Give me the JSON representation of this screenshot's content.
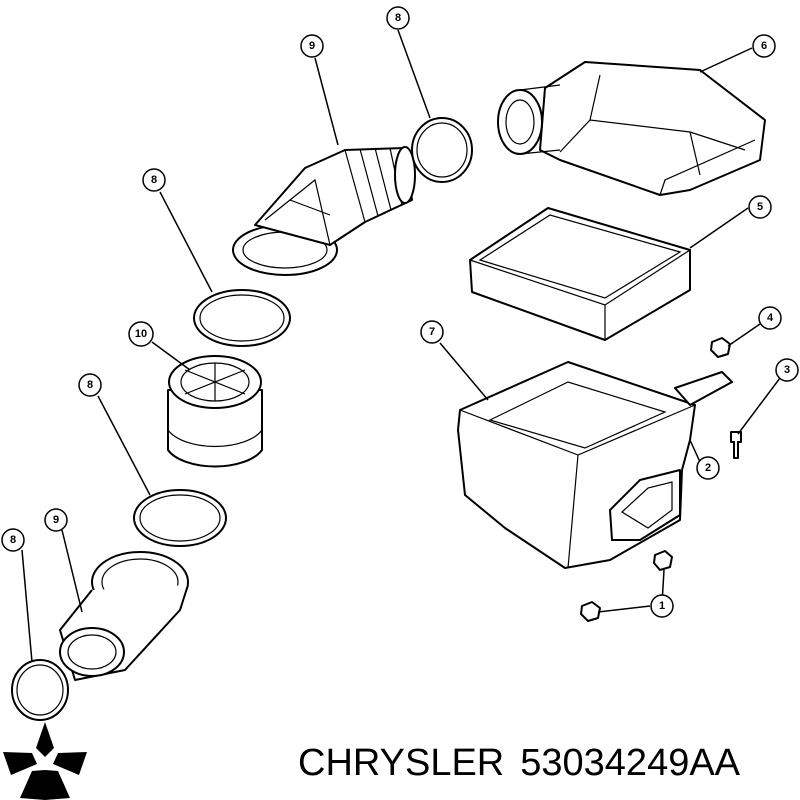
{
  "callouts": [
    {
      "id": "c-8-top",
      "label": "8"
    },
    {
      "id": "c-9-top",
      "label": "9"
    },
    {
      "id": "c-6",
      "label": "6"
    },
    {
      "id": "c-8-mid",
      "label": "8"
    },
    {
      "id": "c-5",
      "label": "5"
    },
    {
      "id": "c-10",
      "label": "10"
    },
    {
      "id": "c-7",
      "label": "7"
    },
    {
      "id": "c-4",
      "label": "4"
    },
    {
      "id": "c-8-low",
      "label": "8"
    },
    {
      "id": "c-3",
      "label": "3"
    },
    {
      "id": "c-2",
      "label": "2"
    },
    {
      "id": "c-9-low",
      "label": "9"
    },
    {
      "id": "c-8-bottom",
      "label": "8"
    },
    {
      "id": "c-1",
      "label": "1"
    }
  ],
  "caption": {
    "brand": "CHRYSLER",
    "part_number": "53034249AA"
  },
  "logo": {
    "icon": "pentastar-icon"
  }
}
